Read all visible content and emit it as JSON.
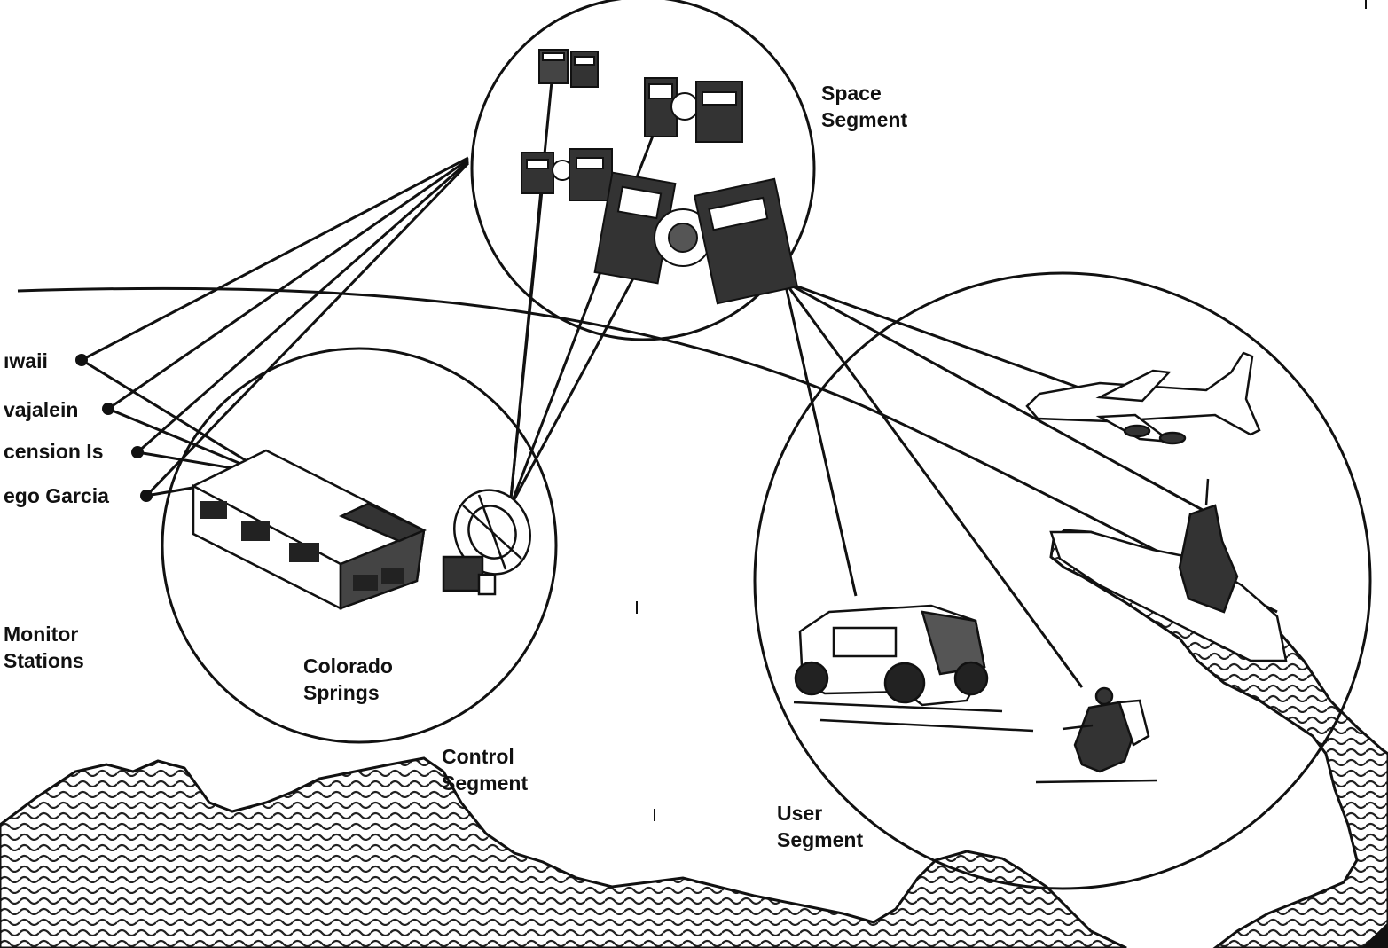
{
  "colors": {
    "ink": "#111111",
    "background": "#ffffff",
    "hatch": "#222222"
  },
  "segments": {
    "space": {
      "line1": "Space",
      "line2": "Segment"
    },
    "control": {
      "line1": "Control",
      "line2": "Segment"
    },
    "user": {
      "line1": "User",
      "line2": "Segment"
    }
  },
  "control_site": {
    "line1": "Colorado",
    "line2": "Springs"
  },
  "monitor_stations": {
    "heading_line1": "Monitor",
    "heading_line2": "Stations",
    "sites": [
      {
        "label": "ıwaii"
      },
      {
        "label": "vajalein"
      },
      {
        "label": "cension Is"
      },
      {
        "label": "ego Garcia"
      }
    ]
  },
  "icons": [
    "satellite-icon",
    "control-building-icon",
    "satellite-dish-icon",
    "airplane-icon",
    "ship-icon",
    "military-truck-icon",
    "soldier-icon",
    "landmass-hatch-icon"
  ]
}
